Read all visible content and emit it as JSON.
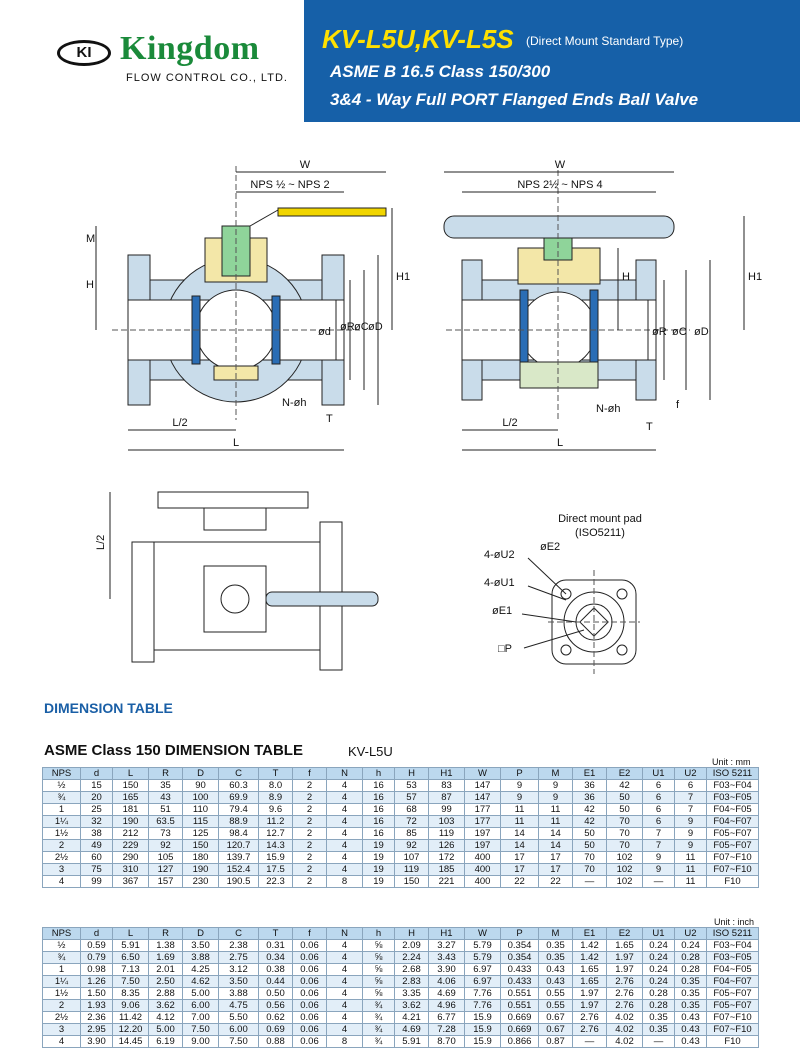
{
  "header": {
    "logo_mark": "KI",
    "brand": "Kingdom",
    "brand_sub": "FLOW CONTROL CO., LTD.",
    "model": "KV-L5U,KV-L5S",
    "model_note": "(Direct Mount Standard Type)",
    "spec_line1": "ASME B 16.5 Class 150/300",
    "spec_line2": "3&4 - Way Full PORT Flanged Ends Ball Valve",
    "brand_color": "#1a8a3a",
    "banner_color": "#1660a8",
    "model_color": "#ffe000"
  },
  "drawing": {
    "left_range": "NPS ½ ~ NPS 2",
    "right_range": "NPS 2½ ~ NPS 4",
    "W": "W",
    "M": "M",
    "H": "H",
    "H1": "H1",
    "d": "ød",
    "R": "øR",
    "C": "øC",
    "D": "øD",
    "L2": "L/2",
    "L": "L",
    "T": "T",
    "f": "f",
    "Nh": "N-øh",
    "pad_title": "Direct mount pad",
    "pad_std": "(ISO5211)",
    "U2": "4-øU2",
    "U1": "4-øU1",
    "E2": "øE2",
    "E1": "øE1",
    "P": "□P",
    "body_color": "#c9dcea",
    "yoke_color": "#f3e7a8",
    "stem_color": "#8fd49a",
    "handle_color": "#f1d500"
  },
  "section_title": "DIMENSION TABLE",
  "table_title": "ASME Class 150 DIMENSION TABLE",
  "table_model": "KV-L5U",
  "unit_mm": "Unit : mm",
  "unit_inch": "Unit : inch",
  "headers": [
    "NPS",
    "d",
    "L",
    "R",
    "D",
    "C",
    "T",
    "f",
    "N",
    "h",
    "H",
    "H1",
    "W",
    "P",
    "M",
    "E1",
    "E2",
    "U1",
    "U2",
    "ISO 5211"
  ],
  "rows_mm": [
    [
      "½",
      "15",
      "150",
      "35",
      "90",
      "60.3",
      "8.0",
      "2",
      "4",
      "16",
      "53",
      "83",
      "147",
      "9",
      "9",
      "36",
      "42",
      "6",
      "6",
      "F03~F04"
    ],
    [
      "¾",
      "20",
      "165",
      "43",
      "100",
      "69.9",
      "8.9",
      "2",
      "4",
      "16",
      "57",
      "87",
      "147",
      "9",
      "9",
      "36",
      "50",
      "6",
      "7",
      "F03~F05"
    ],
    [
      "1",
      "25",
      "181",
      "51",
      "110",
      "79.4",
      "9.6",
      "2",
      "4",
      "16",
      "68",
      "99",
      "177",
      "11",
      "11",
      "42",
      "50",
      "6",
      "7",
      "F04~F05"
    ],
    [
      "1¼",
      "32",
      "190",
      "63.5",
      "115",
      "88.9",
      "11.2",
      "2",
      "4",
      "16",
      "72",
      "103",
      "177",
      "11",
      "11",
      "42",
      "70",
      "6",
      "9",
      "F04~F07"
    ],
    [
      "1½",
      "38",
      "212",
      "73",
      "125",
      "98.4",
      "12.7",
      "2",
      "4",
      "16",
      "85",
      "119",
      "197",
      "14",
      "14",
      "50",
      "70",
      "7",
      "9",
      "F05~F07"
    ],
    [
      "2",
      "49",
      "229",
      "92",
      "150",
      "120.7",
      "14.3",
      "2",
      "4",
      "19",
      "92",
      "126",
      "197",
      "14",
      "14",
      "50",
      "70",
      "7",
      "9",
      "F05~F07"
    ],
    [
      "2½",
      "60",
      "290",
      "105",
      "180",
      "139.7",
      "15.9",
      "2",
      "4",
      "19",
      "107",
      "172",
      "400",
      "17",
      "17",
      "70",
      "102",
      "9",
      "11",
      "F07~F10"
    ],
    [
      "3",
      "75",
      "310",
      "127",
      "190",
      "152.4",
      "17.5",
      "2",
      "4",
      "19",
      "119",
      "185",
      "400",
      "17",
      "17",
      "70",
      "102",
      "9",
      "11",
      "F07~F10"
    ],
    [
      "4",
      "99",
      "367",
      "157",
      "230",
      "190.5",
      "22.3",
      "2",
      "8",
      "19",
      "150",
      "221",
      "400",
      "22",
      "22",
      "—",
      "102",
      "—",
      "11",
      "F10"
    ]
  ],
  "rows_inch": [
    [
      "½",
      "0.59",
      "5.91",
      "1.38",
      "3.50",
      "2.38",
      "0.31",
      "0.06",
      "4",
      "⅝",
      "2.09",
      "3.27",
      "5.79",
      "0.354",
      "0.35",
      "1.42",
      "1.65",
      "0.24",
      "0.24",
      "F03~F04"
    ],
    [
      "¾",
      "0.79",
      "6.50",
      "1.69",
      "3.88",
      "2.75",
      "0.34",
      "0.06",
      "4",
      "⅝",
      "2.24",
      "3.43",
      "5.79",
      "0.354",
      "0.35",
      "1.42",
      "1.97",
      "0.24",
      "0.28",
      "F03~F05"
    ],
    [
      "1",
      "0.98",
      "7.13",
      "2.01",
      "4.25",
      "3.12",
      "0.38",
      "0.06",
      "4",
      "⅝",
      "2.68",
      "3.90",
      "6.97",
      "0.433",
      "0.43",
      "1.65",
      "1.97",
      "0.24",
      "0.28",
      "F04~F05"
    ],
    [
      "1¼",
      "1.26",
      "7.50",
      "2.50",
      "4.62",
      "3.50",
      "0.44",
      "0.06",
      "4",
      "⅝",
      "2.83",
      "4.06",
      "6.97",
      "0.433",
      "0.43",
      "1.65",
      "2.76",
      "0.24",
      "0.35",
      "F04~F07"
    ],
    [
      "1½",
      "1.50",
      "8.35",
      "2.88",
      "5.00",
      "3.88",
      "0.50",
      "0.06",
      "4",
      "⅝",
      "3.35",
      "4.69",
      "7.76",
      "0.551",
      "0.55",
      "1.97",
      "2.76",
      "0.28",
      "0.35",
      "F05~F07"
    ],
    [
      "2",
      "1.93",
      "9.06",
      "3.62",
      "6.00",
      "4.75",
      "0.56",
      "0.06",
      "4",
      "¾",
      "3.62",
      "4.96",
      "7.76",
      "0.551",
      "0.55",
      "1.97",
      "2.76",
      "0.28",
      "0.35",
      "F05~F07"
    ],
    [
      "2½",
      "2.36",
      "11.42",
      "4.12",
      "7.00",
      "5.50",
      "0.62",
      "0.06",
      "4",
      "¾",
      "4.21",
      "6.77",
      "15.9",
      "0.669",
      "0.67",
      "2.76",
      "4.02",
      "0.35",
      "0.43",
      "F07~F10"
    ],
    [
      "3",
      "2.95",
      "12.20",
      "5.00",
      "7.50",
      "6.00",
      "0.69",
      "0.06",
      "4",
      "¾",
      "4.69",
      "7.28",
      "15.9",
      "0.669",
      "0.67",
      "2.76",
      "4.02",
      "0.35",
      "0.43",
      "F07~F10"
    ],
    [
      "4",
      "3.90",
      "14.45",
      "6.19",
      "9.00",
      "7.50",
      "0.88",
      "0.06",
      "8",
      "¾",
      "5.91",
      "8.70",
      "15.9",
      "0.866",
      "0.87",
      "—",
      "4.02",
      "—",
      "0.43",
      "F10"
    ]
  ]
}
